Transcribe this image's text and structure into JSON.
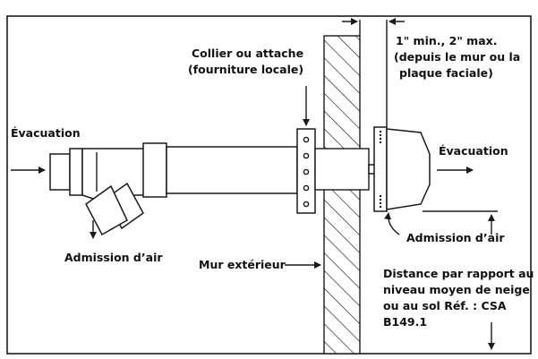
{
  "labels": {
    "exhaust_left": "Évacuation",
    "exhaust_right": "Évacuation",
    "collar_line1": "Collier ou attache",
    "collar_line2": "(fourniture locale)",
    "clearance_line1": "1\" min., 2\" max.",
    "clearance_line2": "(depuis le mur ou la",
    "clearance_line3": "plaque faciale)",
    "air_intake_left": "Admission d’air",
    "air_intake_right": "Admission d’air",
    "exterior_wall": "Mur extérieur",
    "distance_line1": "Distance par rapport au",
    "distance_line2": "niveau moyen de neige",
    "distance_line3": "ou au sol Réf. : CSA",
    "distance_line4": "B149.1"
  },
  "colors": {
    "stroke": "#1a1a1a",
    "text": "#111111",
    "background": "#ffffff"
  }
}
